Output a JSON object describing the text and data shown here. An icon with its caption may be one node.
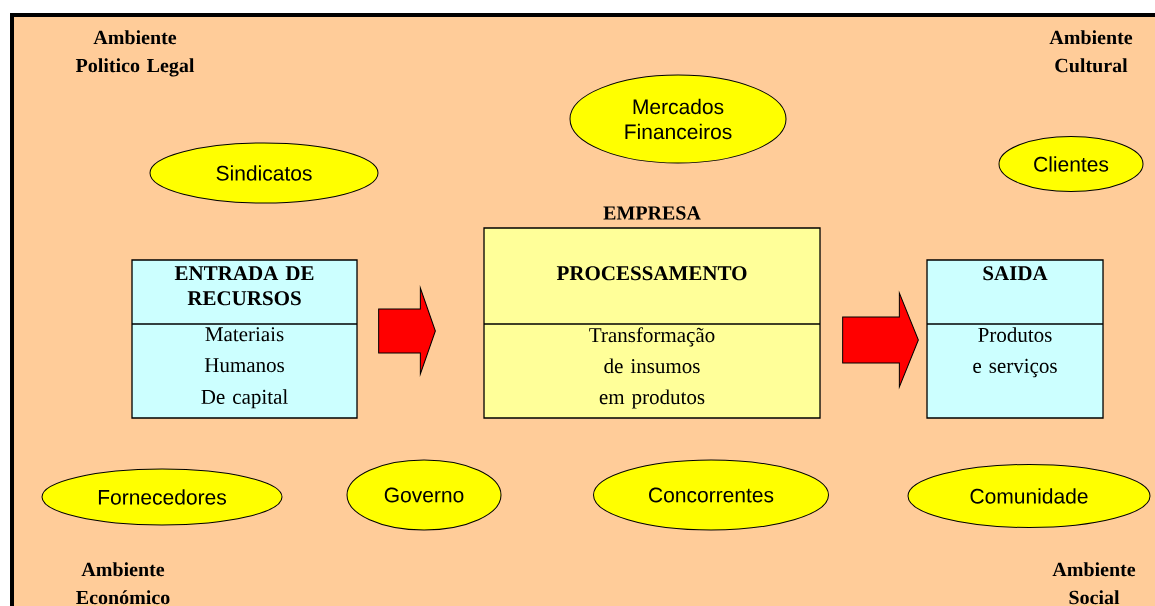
{
  "diagram": {
    "nodes": [
      {
        "text": [
          "Sindicatos"
        ]
      },
      {
        "text": [
          "Mercados Financeiros"
        ]
      },
      {
        "text": [
          "Clientes"
        ]
      },
      {
        "text": [
          "ENTRADA DE RECURSOS",
          "Materiais",
          "Humanos",
          "De capital"
        ]
      },
      {
        "text": [
          "EMPRESA",
          "PROCESSAMENTO",
          "Transformação de insumos em produtos"
        ]
      },
      {
        "text": [
          "SAIDA",
          "Produtos e serviços"
        ]
      },
      {
        "text": [
          "Fornecedores"
        ]
      },
      {
        "text": [
          "Governo"
        ]
      },
      {
        "text": [
          "Concorrentes"
        ]
      },
      {
        "text": [
          "Comunidade"
        ]
      }
    ],
    "edges": [
      {
        "from": 3,
        "to": 4,
        "arrow": "to"
      },
      {
        "from": 4,
        "to": 5,
        "arrow": "to"
      }
    ],
    "labels": [
      "Ambiente Politico Legal",
      "Ambiente Cultural",
      "Ambiente Económico",
      "Ambiente Social"
    ]
  }
}
